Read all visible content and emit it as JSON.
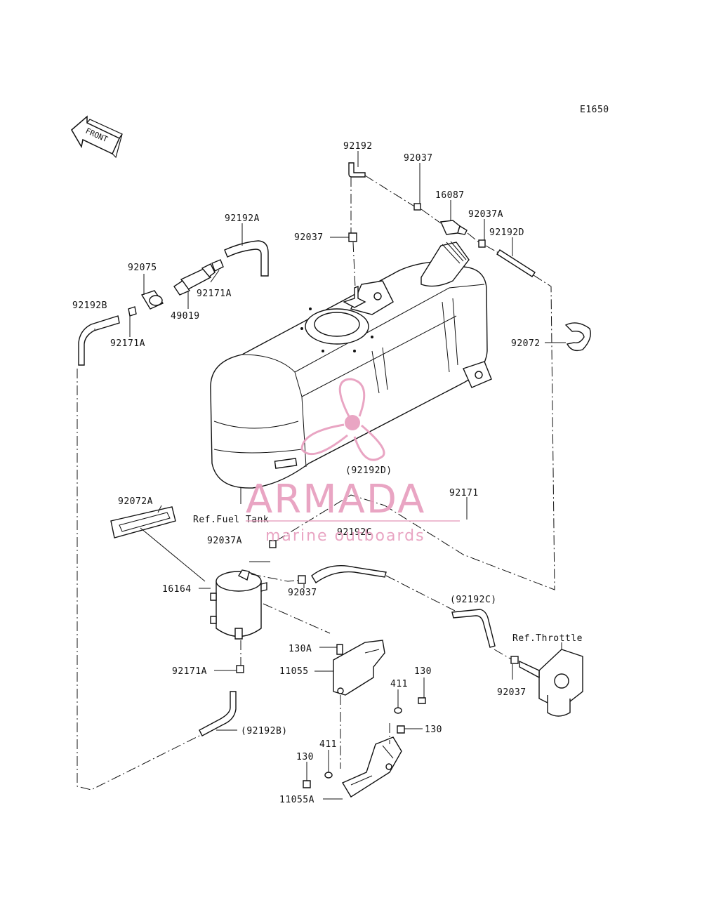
{
  "diagram_code": "E1650",
  "front_arrow": {
    "label": "FRONT"
  },
  "refs": {
    "fuel_tank": "Ref.Fuel Tank",
    "throttle": "Ref.Throttle"
  },
  "labels": {
    "p92192": "92192",
    "p92037_top": "92037",
    "p16087": "16087",
    "p92037A_top": "92037A",
    "p92192D": "92192D",
    "p92037_left": "92037",
    "p92192A": "92192A",
    "p92075": "92075",
    "p92171A_mid": "92171A",
    "p49019": "49019",
    "p92192B": "92192B",
    "p92171A_left": "92171A",
    "p92072": "92072",
    "p92192D_paren": "(92192D)",
    "p92171": "92171",
    "p92072A": "92072A",
    "p92192C": "92192C",
    "p92037A_low": "92037A",
    "p92037_low": "92037",
    "p16164": "16164",
    "p92192C_paren": "(92192C)",
    "p130A": "130A",
    "p11055": "11055",
    "p411_right": "411",
    "p130_top": "130",
    "p92171A_low": "92171A",
    "p130_mid": "130",
    "p92037_right": "92037",
    "p92192B_paren": "(92192B)",
    "p411_left": "411",
    "p130_left": "130",
    "p11055A": "11055A"
  },
  "watermark": {
    "brand": "ARMADA",
    "tagline": "marine outboards",
    "color": "#e8a1c0"
  }
}
